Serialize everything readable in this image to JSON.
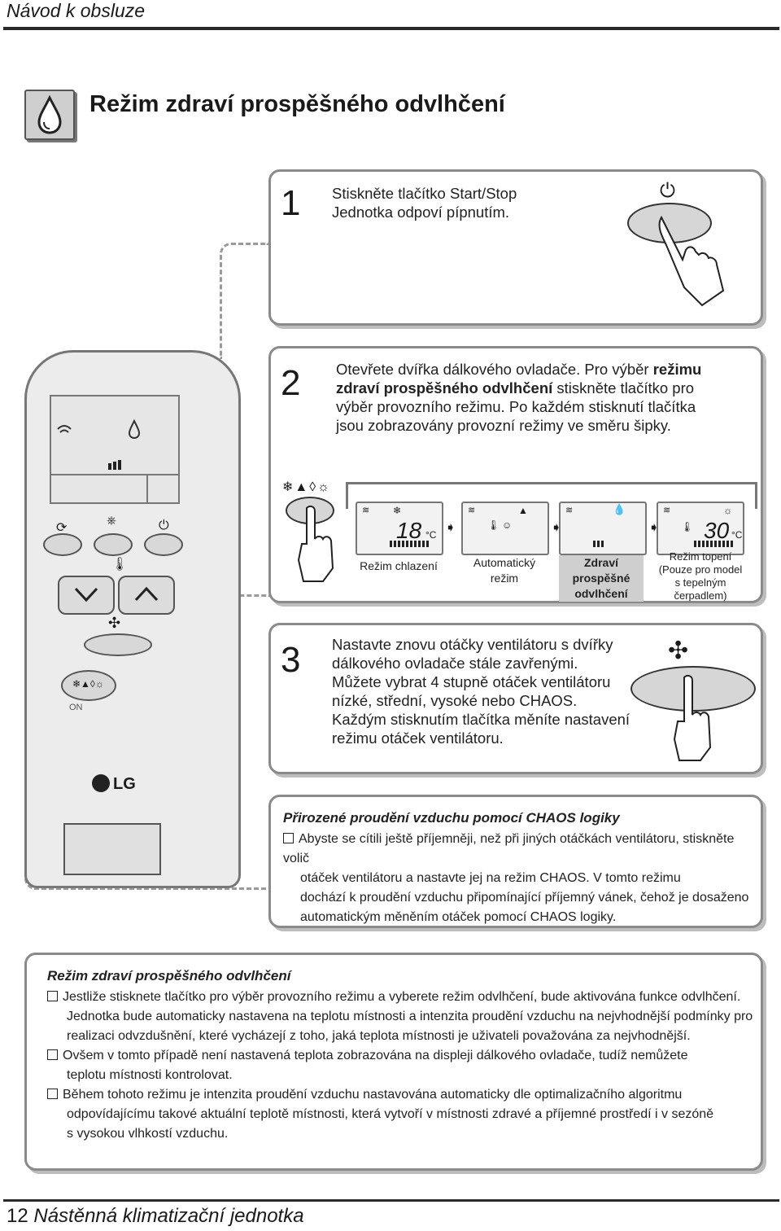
{
  "header": {
    "title": "Návod k obsluze"
  },
  "section": {
    "title": "Režim zdraví prospěšného odvlhčení",
    "icon": "droplet-icon"
  },
  "steps": [
    {
      "number": "1",
      "lines": [
        "Stiskněte tlačítko Start/Stop",
        "Jednotka odpoví pípnutím."
      ]
    },
    {
      "number": "2",
      "line1_pre": "Otevřete dvířka dálkového ovladače. Pro výběr ",
      "line1_bold": "režimu",
      "line2_bold": "zdraví prospěšného odvlhčení",
      "line2_post": " stiskněte tlačítko pro",
      "line3": "výběr provozního režimu. Po každém stisknutí tlačítka",
      "line4": "jsou zobrazovány provozní režimy ve směru šipky."
    },
    {
      "number": "3",
      "lines": [
        "Nastavte znovu otáčky ventilátoru s dvířky",
        "dálkového ovladače stále zavřenými.",
        "Můžete vybrat 4 stupně otáček ventilátoru",
        "nízké, střední, vysoké nebo CHAOS.",
        "Každým stisknutím tlačítka měníte nastavení",
        "režimu otáček ventilátoru."
      ]
    }
  ],
  "modes": [
    {
      "label1": "Režim chlazení",
      "label2": "",
      "label3": "",
      "temp": "18",
      "unit": "°C"
    },
    {
      "label1": "Automatický",
      "label2": "režim",
      "label3": "",
      "temp": "",
      "unit": ""
    },
    {
      "label1": "Zdraví prospěšné",
      "label2": "odvlhčení",
      "label3": "",
      "temp": "",
      "unit": ""
    },
    {
      "label1": "Režim topení",
      "label2": "(Pouze pro model",
      "label3": "s tepelným čerpadlem)",
      "temp": "30",
      "unit": "°C"
    }
  ],
  "remote": {
    "brand": "LG",
    "on_label": "ON"
  },
  "chaos_note": {
    "title": "Přirozené proudění vzduchu pomocí CHAOS logiky",
    "lines": [
      "Abyste se cítili ještě příjemněji, než při jiných otáčkách ventilátoru, stiskněte volič",
      "otáček ventilátoru a nastavte jej na režim CHAOS. V tomto režimu",
      "dochází k proudění vzduchu připomínající příjemný vánek, čehož je dosaženo",
      "automatickým měněním otáček pomocí CHAOS logiky."
    ]
  },
  "dehum_note": {
    "title": "Režim zdraví prospěšného odvlhčení",
    "items": [
      [
        "Jestliže stisknete tlačítko pro výběr provozního režimu a vyberete režim odvlhčení, bude aktivována funkce odvlhčení.",
        "Jednotka bude automaticky nastavena na teplotu místnosti a intenzita proudění vzduchu na nejvhodnější podmínky pro",
        "realizaci odvzdušnění, které vycházejí z toho, jaká teplota místnosti je uživateli považována za nejvhodnější."
      ],
      [
        "Ovšem v tomto případě není nastavená teplota zobrazována na displeji dálkového ovladače, tudíž nemůžete",
        "teplotu místnosti kontrolovat."
      ],
      [
        "Během tohoto režimu je intenzita proudění vzduchu nastavována automaticky dle optimalizačního algoritmu",
        "odpovídajícímu takové aktuální teplotě místnosti, která vytvoří v místnosti zdravé a příjemné prostředí i v sezóně",
        "s vysokou vlhkostí vzduchu."
      ]
    ]
  },
  "footer": {
    "page": "12",
    "title": "Nástěnná klimatizační jednotka"
  }
}
